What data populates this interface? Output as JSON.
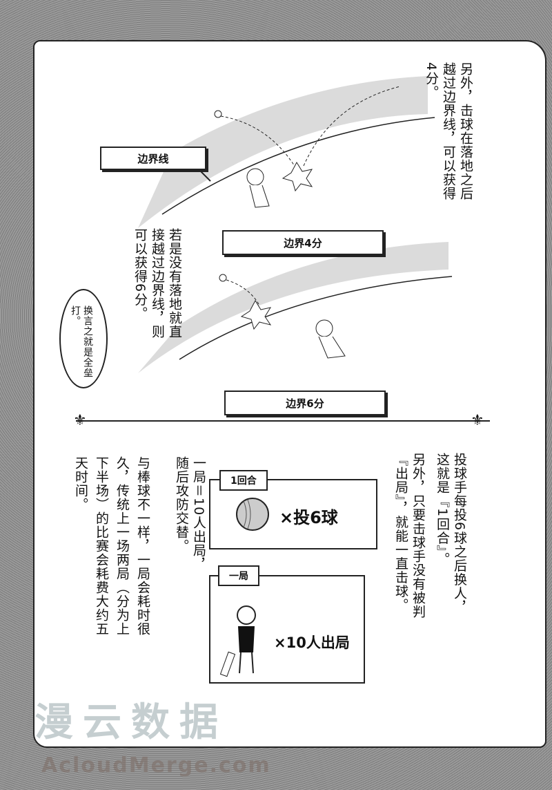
{
  "top": {
    "boundary_line_label": "边界线",
    "four_text": "另外，击球在落地之后越过边界线，可以获得4分。",
    "four_label": "边界4分",
    "six_text": "若是没有落地就直接越过边界线，则可以获得6分。",
    "bubble_text": "换言之就是全垒打。",
    "six_label": "边界6分"
  },
  "bottom": {
    "over_text": "投球手每投6球之后换人，这就是『1回合』。",
    "out_text": "另外，只要击球手没有被判『出局』，就能一直击球。",
    "over_box_tag": "1回合",
    "over_box_value": "×投6球",
    "inning_text": "一局＝10人出局，随后攻防交替。",
    "inning_box_tag": "一局",
    "inning_box_value": "×10人出局",
    "duration_text": "与棒球不一样，一局会耗时很久，传统上一场两局（分为上下半场）的比赛会耗费大约五天时间。"
  },
  "watermark": {
    "cn": "漫云数据",
    "en": "AcloudMerge.com"
  }
}
